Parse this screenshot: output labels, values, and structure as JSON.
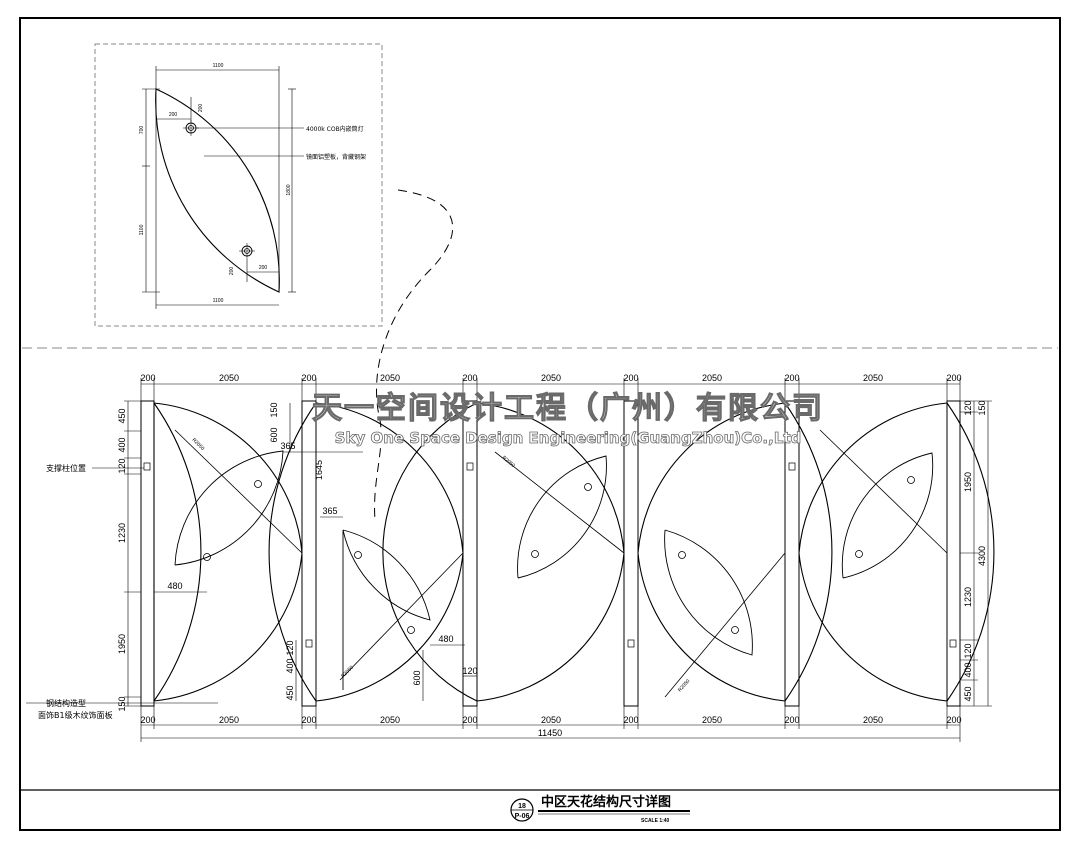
{
  "watermark": {
    "company_cn": "天一空间设计工程（广州）有限公司",
    "company_en": "Sky One Space Design Engineering(GuangZhou)Co.,Ltd"
  },
  "detail": {
    "top_dim": "1100",
    "bottom_dim": "1100",
    "left_dim_top": "700",
    "left_dim_bottom": "1100",
    "right_dim": "1800",
    "offset_a": "200",
    "offset_b": "200",
    "offset_c": "200",
    "offset_d": "200",
    "note_light": "4000k COB内嵌筒灯",
    "note_panel": "镜面铝塑板，背藏钢架"
  },
  "plan": {
    "top_dims": [
      "200",
      "2050",
      "200",
      "2050",
      "200",
      "2050",
      "200",
      "2050",
      "200",
      "2050",
      "200"
    ],
    "bottom_dims": [
      "200",
      "2050",
      "200",
      "2050",
      "200",
      "2050",
      "200",
      "2050",
      "200",
      "2050",
      "200"
    ],
    "total": "11450",
    "left_dims": [
      "450",
      "400",
      "120",
      "1230",
      "1950",
      "150"
    ],
    "right_dims": [
      "120",
      "150",
      "1950",
      "4300",
      "1230",
      "120",
      "400",
      "450"
    ],
    "inner_dims": [
      "150",
      "600",
      "365",
      "1645",
      "365",
      "480",
      "120",
      "400",
      "450",
      "480",
      "600",
      "120"
    ],
    "radius_label": "R2050",
    "label_support": "支撑柱位置",
    "label_steel_1": "钢结构造型",
    "label_steel_2": "面饰B1级木纹饰面板"
  },
  "titleblock": {
    "number": "18",
    "sheet": "P-06",
    "title": "中区天花结构尺寸详图",
    "scale": "SCALE 1:40"
  }
}
